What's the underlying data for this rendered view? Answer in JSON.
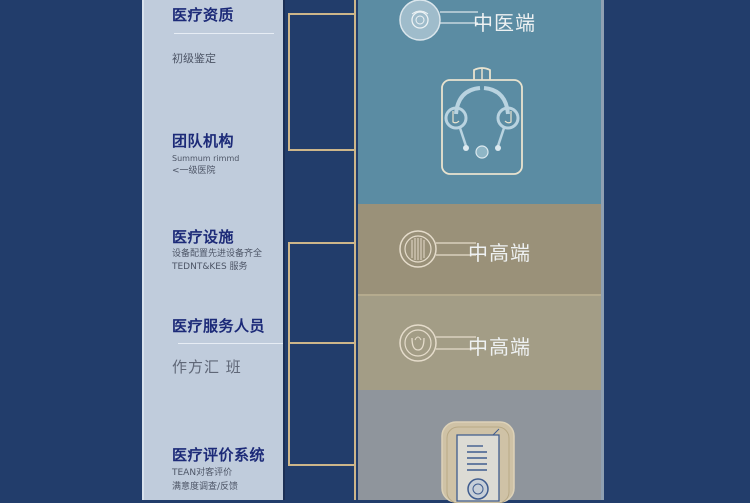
{
  "left_panel": {
    "sections": [
      {
        "title": "医疗资质",
        "subtitle": "初级鉴定"
      },
      {
        "title": "团队机构",
        "subtitle_line1": "Summum rimmd",
        "subtitle_line2": "<一级医院"
      },
      {
        "title": "医疗设施",
        "subtitle_line1": "设备配置先进设备齐全",
        "subtitle_line2": "TEDNT&KES 服务"
      },
      {
        "title": "医疗服务人员",
        "subtitle": "作方汇 班"
      },
      {
        "title": "医疗评价系统",
        "subtitle_line1": "TEAN对客评价",
        "subtitle_line2": "满意度调查/反馈"
      }
    ]
  },
  "right_panel": {
    "tiers": [
      {
        "label": "中医端",
        "icon": "compass-badge-icon",
        "color": "#5b8ca3"
      },
      {
        "label": "",
        "icon": "headphones-bag-icon",
        "color": "#5b8ca3"
      },
      {
        "label": "中高端",
        "icon": "lined-badge-icon",
        "color": "#9a9179"
      },
      {
        "label": "中高端",
        "icon": "leaf-badge-icon",
        "color": "#a39d86"
      },
      {
        "label": "",
        "icon": "certificate-document-icon",
        "color": "#8f959c"
      }
    ]
  },
  "colors": {
    "background": "#223d6b",
    "left_panel": "#c0ccdc",
    "title_text": "#1c2a78",
    "connector_gold": "#cdb68a"
  }
}
